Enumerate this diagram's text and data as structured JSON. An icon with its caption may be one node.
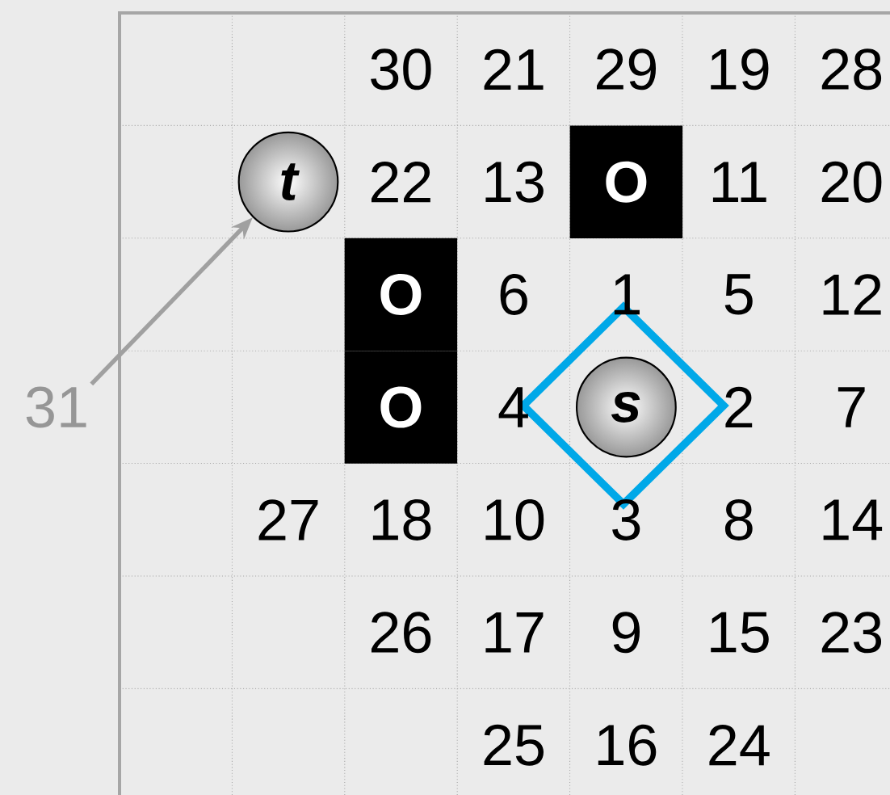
{
  "diagram": {
    "nodes": [
      {
        "text": [
          "t"
        ]
      },
      {
        "text": [
          "O"
        ]
      },
      {
        "text": [
          "O"
        ]
      },
      {
        "text": [
          "31"
        ]
      },
      {
        "text": [
          "O"
        ]
      },
      {
        "text": [
          "s"
        ]
      }
    ],
    "edges": [
      {
        "from": 3,
        "to": 0,
        "arrow": "to",
        "color": "#a0a0a0"
      }
    ],
    "labels": [
      "30",
      "21",
      "29",
      "19",
      "28",
      "22",
      "13",
      "11",
      "20",
      "6",
      "1",
      "5",
      "12",
      "4",
      "2",
      "7",
      "27",
      "18",
      "10",
      "3",
      "8",
      "14",
      "26",
      "17",
      "9",
      "15",
      "23",
      "25",
      "16",
      "24"
    ]
  }
}
